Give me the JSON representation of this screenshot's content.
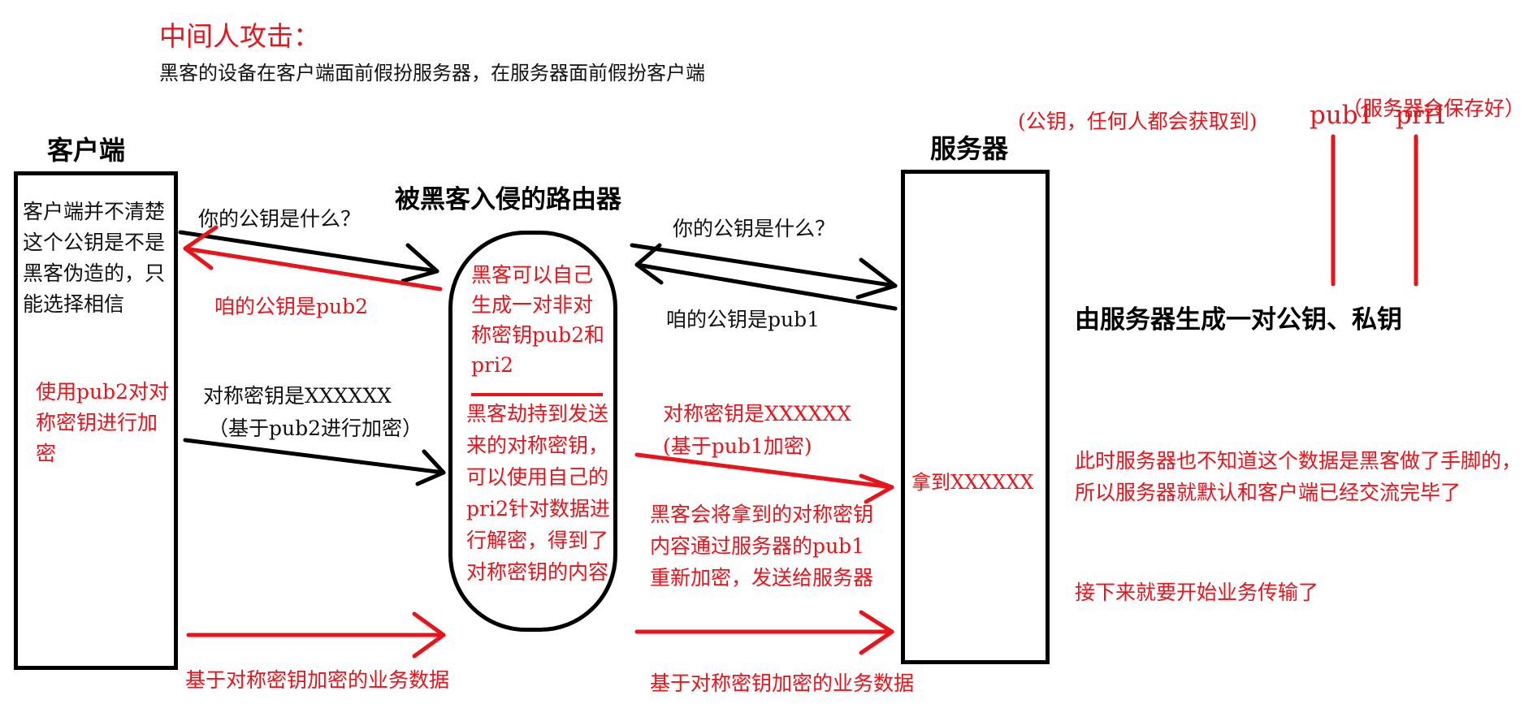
{
  "title": "中间人攻击：",
  "subtitle": "黑客的设备在客户端面前假扮服务器，在服务器面前假扮客户端",
  "client": {
    "label": "客户端",
    "note": "客户端并不清楚这个公钥是不是黑客伪造的，只能选择相信",
    "encrypt_note": "使用pub2对对称密钥进行加密"
  },
  "router": {
    "label": "被黑客入侵的路由器",
    "gen_note": "黑客可以自己生成一对非对称密钥pub2和pri2",
    "hijack_note": "黑客劫持到发送来的对称密钥，可以使用自己的pri2针对数据进行解密，得到了对称密钥的内容",
    "reencrypt_note": "黑客会将拿到的对称密钥内容通过服务器的pub1重新加密，发送给服务器"
  },
  "server": {
    "label": "服务器",
    "got": "拿到XXXXXX",
    "pubkey_note": "(公钥，任何人都会获取到)",
    "pub1": "pub1",
    "pri1": "pri1",
    "privkey_note": "（服务器会保存好）",
    "gen_keys": "由服务器生成一对公钥、私钥",
    "note": "此时服务器也不知道这个数据是黑客做了手脚的，所以服务器就默认和客户端已经交流完毕了",
    "next_note": "接下来就要开始业务传输了"
  },
  "messages": {
    "ask_1": "你的公钥是什么？",
    "reply_2": "咱的公钥是pub2",
    "sym_1": "对称密钥是XXXXXX",
    "sym_1b": "（基于pub2进行加密）",
    "ask_2": "你的公钥是什么？",
    "reply_1": "咱的公钥是pub1",
    "sym_2": "对称密钥是XXXXXX",
    "sym_2b": "(基于pub1加密)",
    "biz_1": "基于对称密钥加密的业务数据",
    "biz_2": "基于对称密钥加密的业务数据"
  },
  "colors": {
    "red": "#e8141c",
    "black": "#000000"
  }
}
